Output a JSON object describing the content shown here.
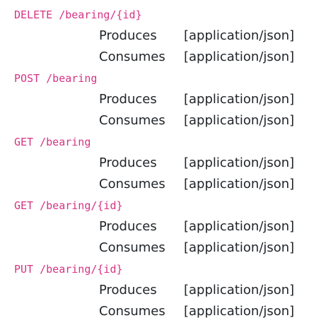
{
  "endpoints": [
    {
      "path": "DELETE /bearing/{id}",
      "properties": [
        {
          "key": "Produces",
          "value": "[application/json]"
        },
        {
          "key": "Consumes",
          "value": "[application/json]"
        }
      ]
    },
    {
      "path": "POST /bearing",
      "properties": [
        {
          "key": "Produces",
          "value": "[application/json]"
        },
        {
          "key": "Consumes",
          "value": "[application/json]"
        }
      ]
    },
    {
      "path": "GET /bearing",
      "properties": [
        {
          "key": "Produces",
          "value": "[application/json]"
        },
        {
          "key": "Consumes",
          "value": "[application/json]"
        }
      ]
    },
    {
      "path": "GET /bearing/{id}",
      "properties": [
        {
          "key": "Produces",
          "value": "[application/json]"
        },
        {
          "key": "Consumes",
          "value": "[application/json]"
        }
      ]
    },
    {
      "path": "PUT /bearing/{id}",
      "properties": [
        {
          "key": "Produces",
          "value": "[application/json]"
        },
        {
          "key": "Consumes",
          "value": "[application/json]"
        }
      ]
    }
  ]
}
